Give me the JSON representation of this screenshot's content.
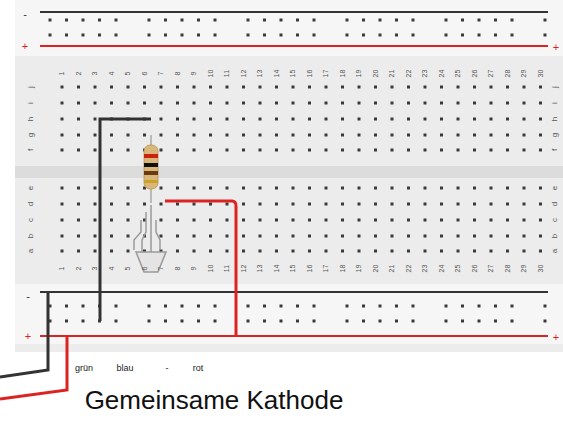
{
  "diagram": {
    "caption": "Gemeinsame Kathode",
    "labels": [
      "-",
      "+",
      "+",
      "1",
      "2",
      "3",
      "4",
      "5",
      "6",
      "7",
      "8",
      "9",
      "10",
      "11",
      "12",
      "13",
      "14",
      "15",
      "16",
      "17",
      "18",
      "19",
      "20",
      "21",
      "22",
      "23",
      "24",
      "25",
      "26",
      "27",
      "28",
      "29",
      "30",
      "j",
      "i",
      "h",
      "g",
      "f",
      "j",
      "i",
      "h",
      "g",
      "f",
      "e",
      "d",
      "c",
      "b",
      "a",
      "e",
      "d",
      "c",
      "b",
      "a",
      "1",
      "2",
      "3",
      "4",
      "5",
      "6",
      "7",
      "8",
      "9",
      "10",
      "11",
      "12",
      "13",
      "14",
      "15",
      "16",
      "17",
      "18",
      "19",
      "20",
      "21",
      "22",
      "23",
      "24",
      "25",
      "26",
      "27",
      "28",
      "29",
      "30",
      "-",
      "+",
      "+",
      "grün",
      "blau",
      "-",
      "rot"
    ]
  }
}
